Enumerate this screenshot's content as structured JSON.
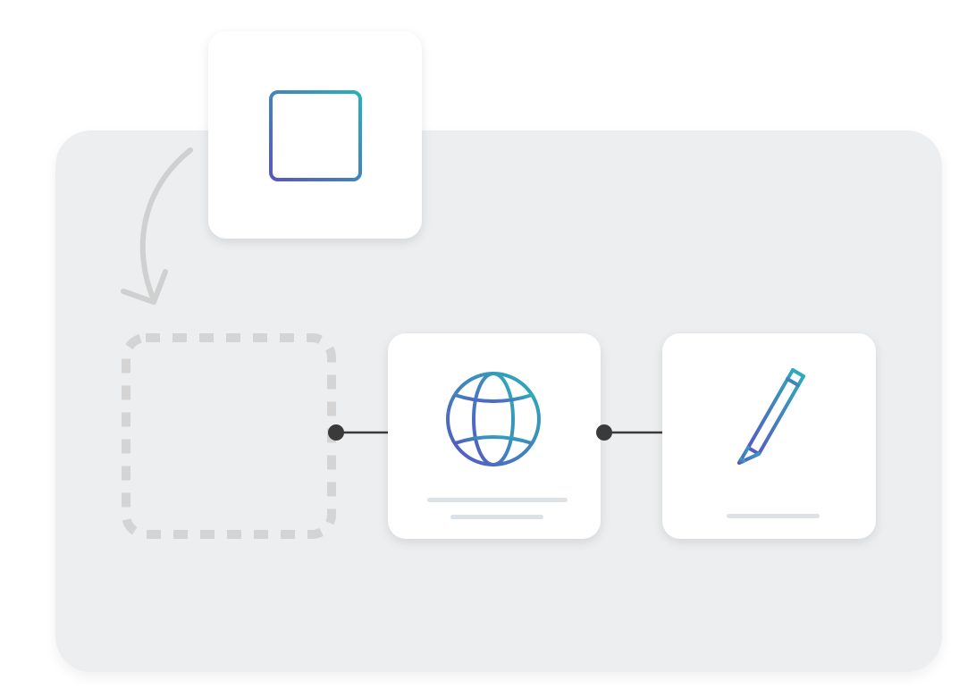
{
  "colors": {
    "canvas_background": "#eceef0",
    "card_background": "#ffffff",
    "icon_gradient_start": "#5856c4",
    "icon_gradient_end": "#2ab0b8",
    "placeholder_bar": "#dde2e7",
    "connector": "#3a3a3a",
    "arrow": "#d0d0d0",
    "drop_slot_border": "#d4d4d4"
  },
  "nodes": [
    {
      "id": "calendar",
      "icon": "calendar-icon",
      "state": "dragging"
    },
    {
      "id": "globe",
      "icon": "globe-icon",
      "state": "placed"
    },
    {
      "id": "pencil",
      "icon": "pencil-icon",
      "state": "placed"
    }
  ],
  "connectors": [
    {
      "from": "drop-slot",
      "to": "globe"
    },
    {
      "from": "globe",
      "to": "pencil"
    }
  ]
}
